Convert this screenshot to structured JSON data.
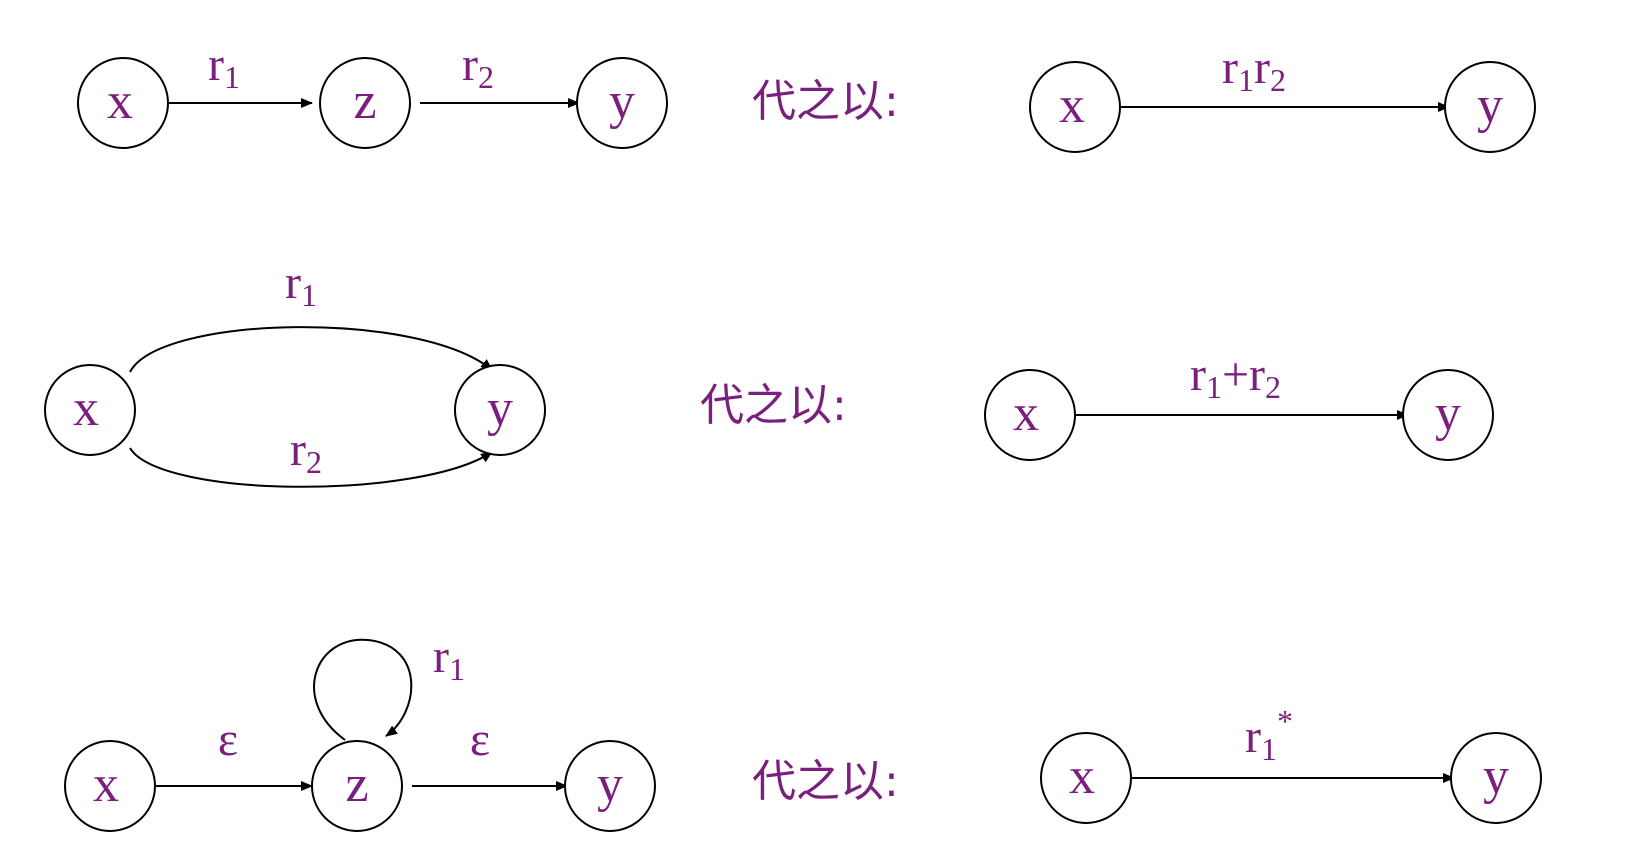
{
  "replace_label": "代之以:",
  "rules": [
    {
      "before": {
        "nodes": [
          "x",
          "z",
          "y"
        ],
        "edges": [
          {
            "from": "x",
            "to": "z",
            "label": "r",
            "sub": "1"
          },
          {
            "from": "z",
            "to": "y",
            "label": "r",
            "sub": "2"
          }
        ]
      },
      "after": {
        "nodes": [
          "x",
          "y"
        ],
        "edge": {
          "parts": [
            [
              "r",
              "1"
            ],
            [
              "r",
              "2"
            ]
          ]
        }
      }
    },
    {
      "before": {
        "nodes": [
          "x",
          "y"
        ],
        "edges": [
          {
            "from": "x",
            "to": "y",
            "label": "r",
            "sub": "1",
            "curve": "upper"
          },
          {
            "from": "x",
            "to": "y",
            "label": "r",
            "sub": "2",
            "curve": "lower"
          }
        ]
      },
      "after": {
        "nodes": [
          "x",
          "y"
        ],
        "edge": {
          "parts": [
            [
              "r",
              "1"
            ],
            [
              "+r",
              "2"
            ]
          ]
        }
      }
    },
    {
      "before": {
        "nodes": [
          "x",
          "z",
          "y"
        ],
        "edges": [
          {
            "from": "x",
            "to": "z",
            "label": "ε"
          },
          {
            "from": "z",
            "to": "z",
            "label": "r",
            "sub": "1",
            "loop": true
          },
          {
            "from": "z",
            "to": "y",
            "label": "ε"
          }
        ]
      },
      "after": {
        "nodes": [
          "x",
          "y"
        ],
        "edge": {
          "parts": [
            [
              "r",
              "1"
            ]
          ],
          "sup": "*"
        }
      }
    }
  ]
}
